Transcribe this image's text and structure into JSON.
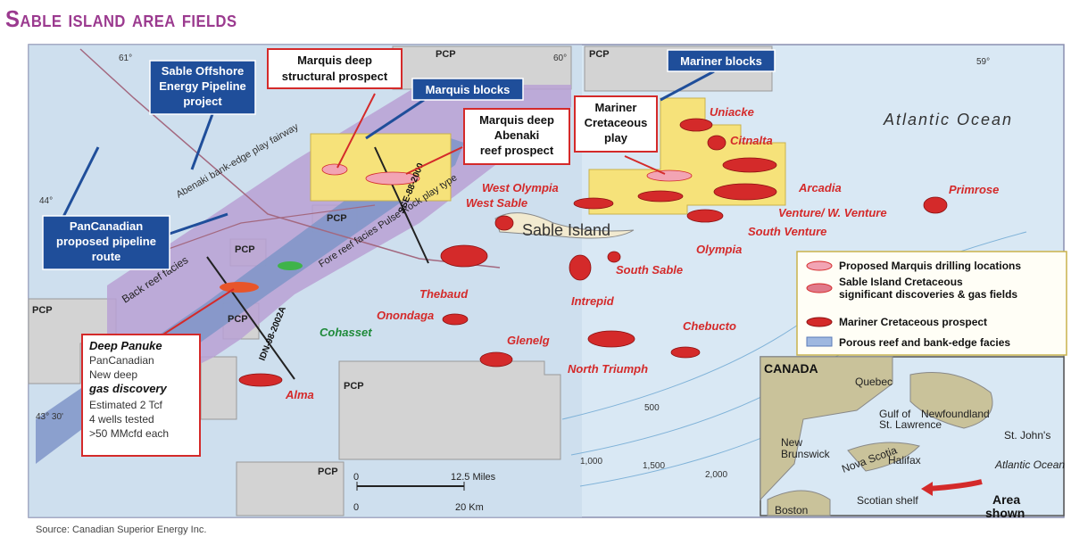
{
  "title": "Sable island area fields",
  "source": "Source: Canadian Superior Energy Inc.",
  "ocean_label": "Atlantic Ocean",
  "island_label": "Sable Island",
  "pcp_label": "PCP",
  "callouts": {
    "sable_offshore": "Sable Offshore Energy Pipeline project",
    "marquis_structural": "Marquis deep structural prospect",
    "marquis_blocks": "Marquis blocks",
    "mariner_blocks": "Mariner blocks",
    "marquis_abenaki": "Marquis deep Abenaki reef prospect",
    "mariner_cretaceous": "Mariner Cretaceous play",
    "pancanadian_route": "PanCanadian proposed pipeline route",
    "deep_panuke": {
      "line1": "Deep Panuke",
      "line2": "PanCanadian",
      "line3": "New deep",
      "line4": "gas discovery",
      "line5": "Estimated 2 Tcf",
      "line6": "4 wells tested",
      "line7": ">50 MMcfd each"
    }
  },
  "fields": [
    "Uniacke",
    "Citnalta",
    "Arcadia",
    "Primrose",
    "West Olympia",
    "West Sable",
    "Venture/ W. Venture",
    "South Venture",
    "Olympia",
    "South Sable",
    "Thebaud",
    "Intrepid",
    "Onondaga",
    "Glenelg",
    "North Triumph",
    "Chebucto",
    "Alma",
    "Cohasset"
  ],
  "facies": [
    "Abenaki bank-edge play fairway",
    "Back reef facies",
    "Fore reef facies Pulse Rock play type"
  ],
  "lines": [
    "SSE-88-2000",
    "IDN-98-2002A"
  ],
  "depths": [
    "500",
    "1,000",
    "1,500",
    "2,000"
  ],
  "grid_labels": [
    "61°",
    "60°",
    "59°",
    "44°",
    "43° 30'"
  ],
  "scale": {
    "miles_start": "0",
    "miles_end": "12.5 Miles",
    "km_start": "0",
    "km_end": "20 Km"
  },
  "legend": [
    "Proposed Marquis drilling locations",
    "Sable Island Cretaceous significant discoveries & gas fields",
    "Mariner Cretaceous prospect",
    "Porous reef and bank-edge facies"
  ],
  "inset": {
    "country": "CANADA",
    "labels": [
      "Quebec",
      "Newfoundland",
      "Gulf of St. Lawrence",
      "New Brunswick",
      "Nova Scotia",
      "Halifax",
      "St. John's",
      "Atlantic Ocean",
      "Scotian shelf",
      "Boston"
    ],
    "area_shown": "Area shown"
  },
  "colors": {
    "title": "#9b3a8f",
    "ocean": "#d9e8f4",
    "purple": "#b9a1d3",
    "blue_fairway": "#7f95c8",
    "block_yellow": "#f6e27a",
    "gas_red": "#d42a2a",
    "callout_blue": "#1f4e9a",
    "pcp_gray": "#d3d3d3"
  }
}
